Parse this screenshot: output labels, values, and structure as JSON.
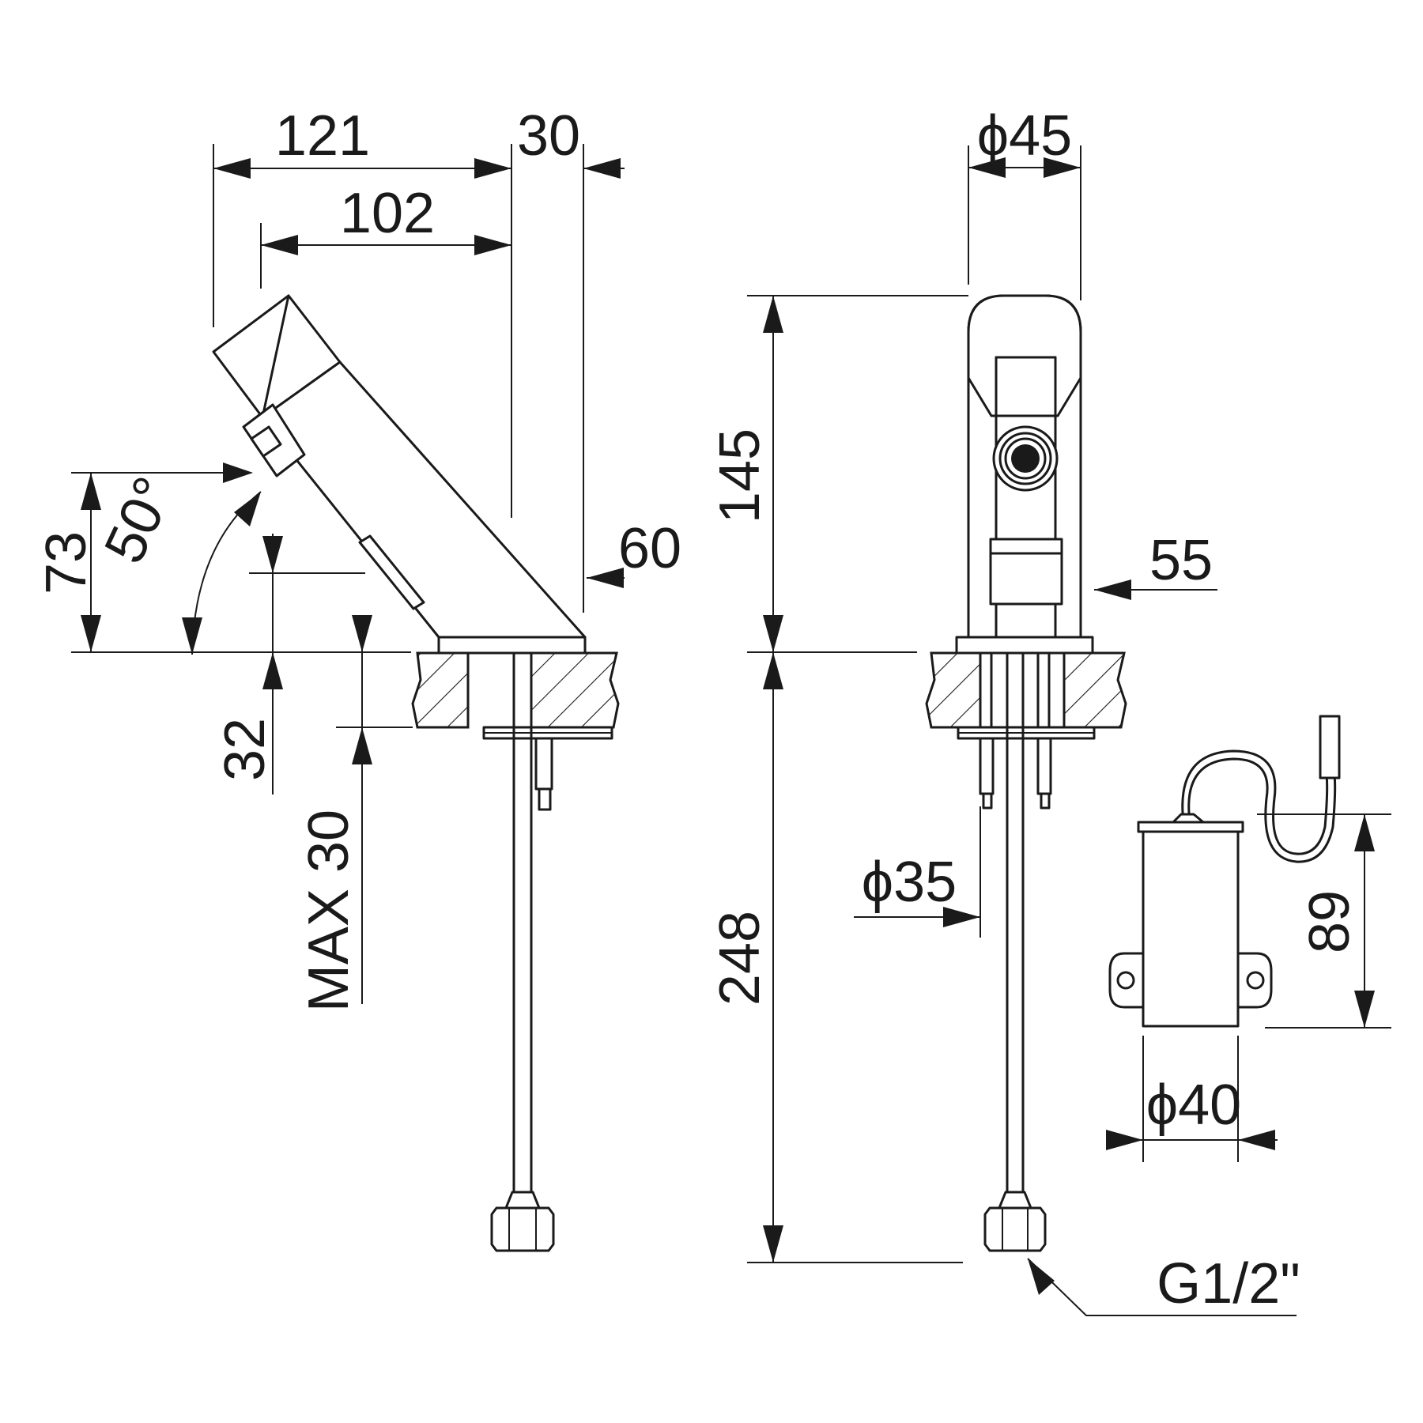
{
  "dimensions": {
    "width_121": "121",
    "width_30": "30",
    "width_102": "102",
    "height_73": "73",
    "angle_50": "50°",
    "offset_60": "60",
    "height_32": "32",
    "max_30": "MAX 30",
    "dia_45": "ϕ45",
    "height_145": "145",
    "offset_55": "55",
    "height_248": "248",
    "dia_35": "ϕ35",
    "height_89": "89",
    "dia_40": "ϕ40",
    "thread_g12": "G1/2\""
  }
}
